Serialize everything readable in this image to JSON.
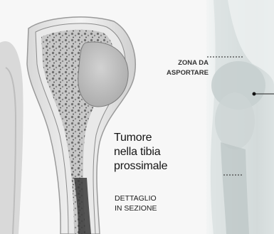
{
  "labels": {
    "tumor_line1": "Tumore",
    "tumor_line2": "nella tibia",
    "tumor_line3": "prossimale",
    "detail_line1": "DETTAGLIO",
    "detail_line2": "IN SEZIONE",
    "zone_line1": "ZONA DA",
    "zone_line2": "ASPORTARE"
  },
  "colors": {
    "text": "#151515",
    "bone_outline": "#9a9a9a",
    "xray_background": "#e8ecec"
  }
}
